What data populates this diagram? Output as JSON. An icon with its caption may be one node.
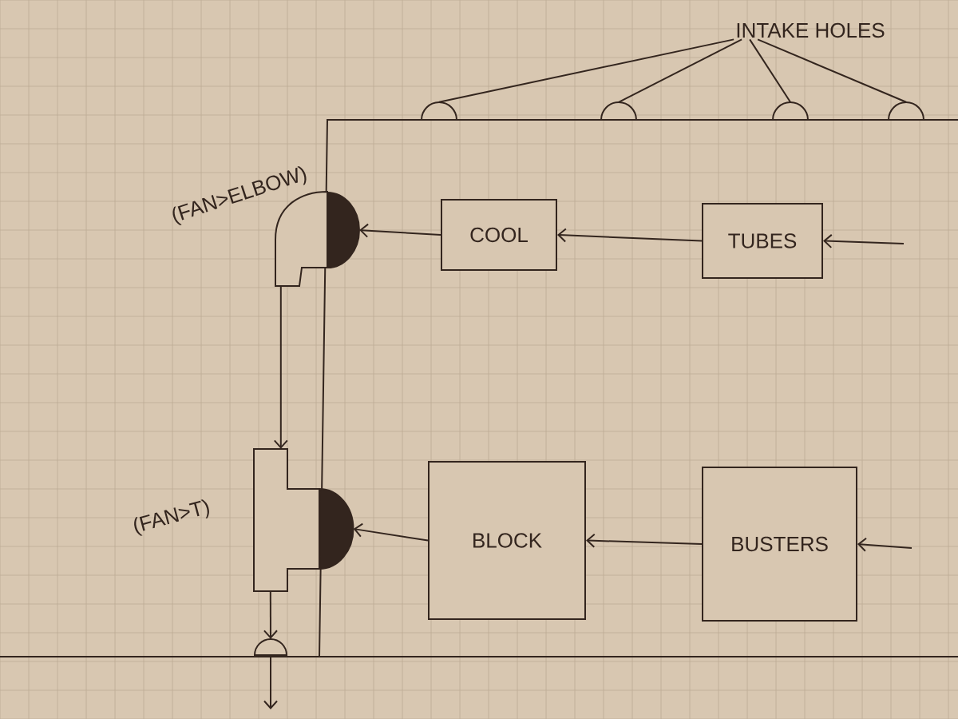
{
  "diagram": {
    "nodes": [
      {
        "text": [
          "INTAKE HOLES"
        ]
      },
      {
        "text": [],
        "shape": "semicircle"
      },
      {
        "text": [],
        "shape": "semicircle"
      },
      {
        "text": [],
        "shape": "semicircle"
      },
      {
        "text": [],
        "shape": "semicircle"
      },
      {
        "text": [
          "(FAN>ELBOW)"
        ]
      },
      {
        "text": [],
        "shape": "semicircle"
      },
      {
        "text": [
          "COOL"
        ]
      },
      {
        "text": [
          "TUBES"
        ]
      },
      {
        "text": [
          "(FAN>T)"
        ]
      },
      {
        "text": [],
        "shape": "semicircle"
      },
      {
        "text": [
          "BLOCK"
        ]
      },
      {
        "text": [
          "BUSTERS"
        ]
      },
      {
        "text": [],
        "shape": "semicircle"
      }
    ],
    "edges": [
      {
        "from": 0,
        "to": 1,
        "arrow": "none"
      },
      {
        "from": 0,
        "to": 2,
        "arrow": "none"
      },
      {
        "from": 0,
        "to": 3,
        "arrow": "none"
      },
      {
        "from": 0,
        "to": 4,
        "arrow": "none"
      },
      {
        "from": null,
        "to": 8,
        "arrow": "to"
      },
      {
        "from": 8,
        "to": 7,
        "arrow": "to"
      },
      {
        "from": 7,
        "to": 6,
        "arrow": "to"
      },
      {
        "from": 5,
        "to": 9,
        "arrow": "to"
      },
      {
        "from": null,
        "to": 12,
        "arrow": "to"
      },
      {
        "from": 12,
        "to": 11,
        "arrow": "to"
      },
      {
        "from": 11,
        "to": 10,
        "arrow": "to"
      },
      {
        "from": 9,
        "to": 13,
        "arrow": "to"
      },
      {
        "from": 13,
        "to": null,
        "arrow": "to"
      }
    ]
  }
}
